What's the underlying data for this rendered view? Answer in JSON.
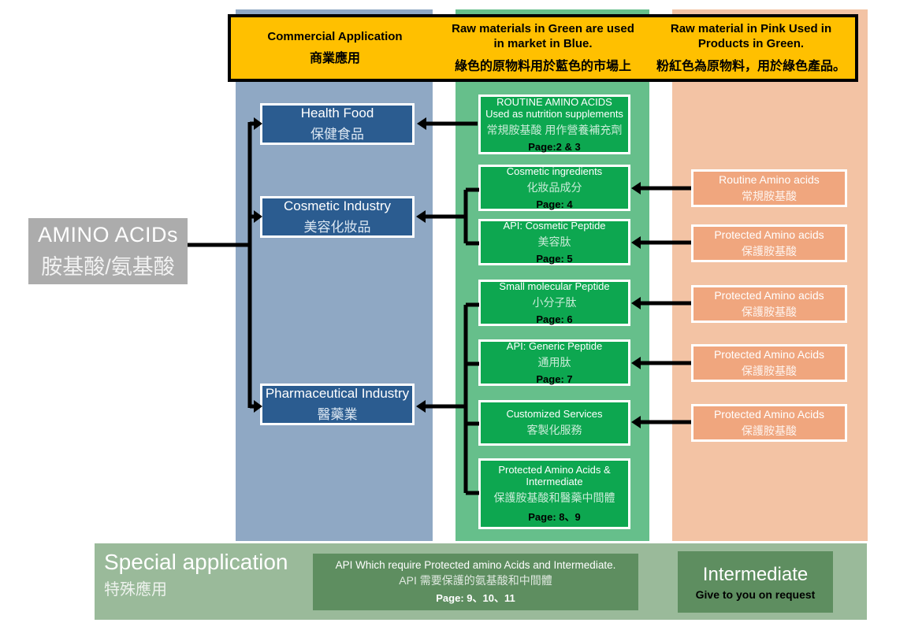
{
  "legend": {
    "commercial": {
      "en": "Commercial Application",
      "zh": "商業應用"
    },
    "green_rule": {
      "en": "Raw materials in Green are used in market in Blue.",
      "zh": "綠色的原物料用於藍色的市場上"
    },
    "pink_rule": {
      "en": "Raw material in Pink Used in Products in Green.",
      "zh": "粉紅色為原物料，用於綠色產品。"
    }
  },
  "root": {
    "en": "AMINO ACIDs",
    "zh": "胺基酸/氨基酸"
  },
  "blue_boxes": [
    {
      "en": "Health Food",
      "zh": "保健食品"
    },
    {
      "en": "Cosmetic Industry",
      "zh": "美容化妝品"
    },
    {
      "en": "Pharmaceutical Industry",
      "zh": "醫藥業"
    }
  ],
  "green_boxes": [
    {
      "en": "ROUTINE AMINO ACIDS Used as nutrition supplements",
      "zh": "常規胺基酸 用作營養補充劑",
      "page": "Page:2 & 3"
    },
    {
      "en": "Cosmetic ingredients",
      "zh": "化妝品成分",
      "page": "Page: 4"
    },
    {
      "en": "API: Cosmetic Peptide",
      "zh": "美容肽",
      "page": "Page: 5"
    },
    {
      "en": "Small molecular Peptide",
      "zh": "小分子肽",
      "page": "Page: 6"
    },
    {
      "en": "API: Generic Peptide",
      "zh": "通用肽",
      "page": "Page: 7"
    },
    {
      "en": "Customized Services",
      "zh": "客製化服務",
      "page": ""
    },
    {
      "en": "Protected Amino Acids & Intermediate",
      "zh": "保護胺基酸和醫藥中間體",
      "page": "Page: 8、9"
    }
  ],
  "pink_boxes": [
    {
      "en": "Routine Amino acids",
      "zh": "常規胺基酸"
    },
    {
      "en": "Protected Amino acids",
      "zh": "保護胺基酸"
    },
    {
      "en": "Protected Amino acids",
      "zh": "保護胺基酸"
    },
    {
      "en": "Protected Amino Acids",
      "zh": "保護胺基酸"
    },
    {
      "en": "Protected Amino Acids",
      "zh": "保護胺基酸"
    }
  ],
  "footer": {
    "title_en": "Special application",
    "title_zh": "特殊應用",
    "api_box": {
      "en": "API Which require Protected amino Acids and Intermediate.",
      "zh": "API 需要保護的氨基酸和中間體",
      "page": "Page: 9、10、11"
    },
    "intermediate_box": {
      "en": "Intermediate",
      "sub": "Give to you on request"
    }
  },
  "colors": {
    "legend_yellow": "#FFC000",
    "blue_column": "#8FA8C4",
    "blue_box": "#2B5C90",
    "green_column": "#66BF8B",
    "green_box": "#0DA750",
    "pink_column": "#F3C3A4",
    "pink_box": "#F0A67E",
    "root_gray": "#ACACAC",
    "footer_sage": "#9ABA9A",
    "footer_box_green": "#5E8E60",
    "connector_black": "#000000"
  }
}
